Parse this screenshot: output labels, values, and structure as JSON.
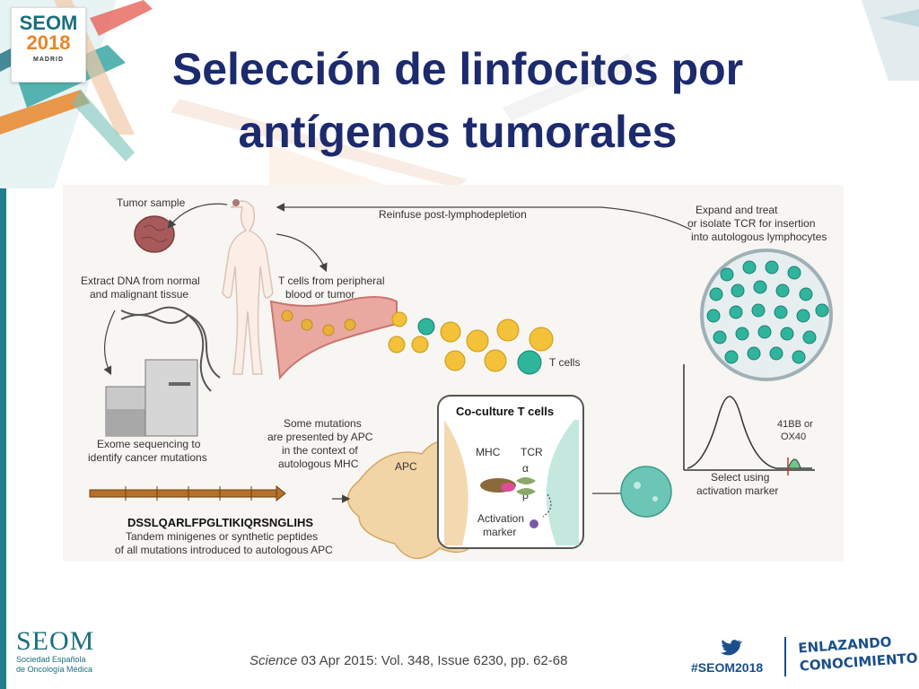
{
  "header": {
    "logo": {
      "name": "SEOM",
      "year": "2018",
      "city": "MADRID"
    },
    "title_line1": "Selección de linfocitos por",
    "title_line2": "antígenos tumorales"
  },
  "diagram": {
    "labels": {
      "tumor_sample": "Tumor sample",
      "reinfuse": "Reinfuse post-lymphodepletion",
      "expand_1": "Expand and treat",
      "expand_2": "or isolate TCR for insertion",
      "expand_3": "into autologous lymphocytes",
      "extract_1": "Extract DNA from normal",
      "extract_2": "and malignant tissue",
      "tcells_from_1": "T cells from peripheral",
      "tcells_from_2": "blood or tumor",
      "t_cells": "T cells",
      "exome_1": "Exome sequencing to",
      "exome_2": "identify cancer mutations",
      "mutations_1": "Some mutations",
      "mutations_2": "are presented by APC",
      "mutations_3": "in the context of",
      "mutations_4": "autologous MHC",
      "apc": "APC",
      "coculture": "Co-culture T cells",
      "mhc": "MHC",
      "tcr": "TCR",
      "alpha": "α",
      "beta": "β",
      "activation_1": "Activation",
      "activation_2": "marker",
      "marker_41bb_1": "41BB or",
      "marker_41bb_2": "OX40",
      "select_1": "Select using",
      "select_2": "activation marker",
      "peptide_seq": "DSSLQARLFPGLTIKIQRSNGLIHS",
      "tandem_1": "Tandem minigenes or synthetic peptides",
      "tandem_2": "of all mutations introduced to autologous APC"
    }
  },
  "footer": {
    "seom_name": "SEOM",
    "seom_sub1": "Sociedad Española",
    "seom_sub2": "de Oncología Médica",
    "citation_journal": "Science",
    "citation_rest": "03 Apr 2015:  Vol. 348, Issue 6230, pp. 62-68",
    "hashtag": "#SEOM2018",
    "slogan_1": "ENLAZANDO",
    "slogan_2": "CONOCIMIENTO"
  },
  "colors": {
    "title": "#1c2a6e",
    "teal": "#1a6f7f",
    "orange": "#e8862a",
    "navy": "#1a4f8a"
  },
  "icons": [
    "twitter-icon"
  ]
}
